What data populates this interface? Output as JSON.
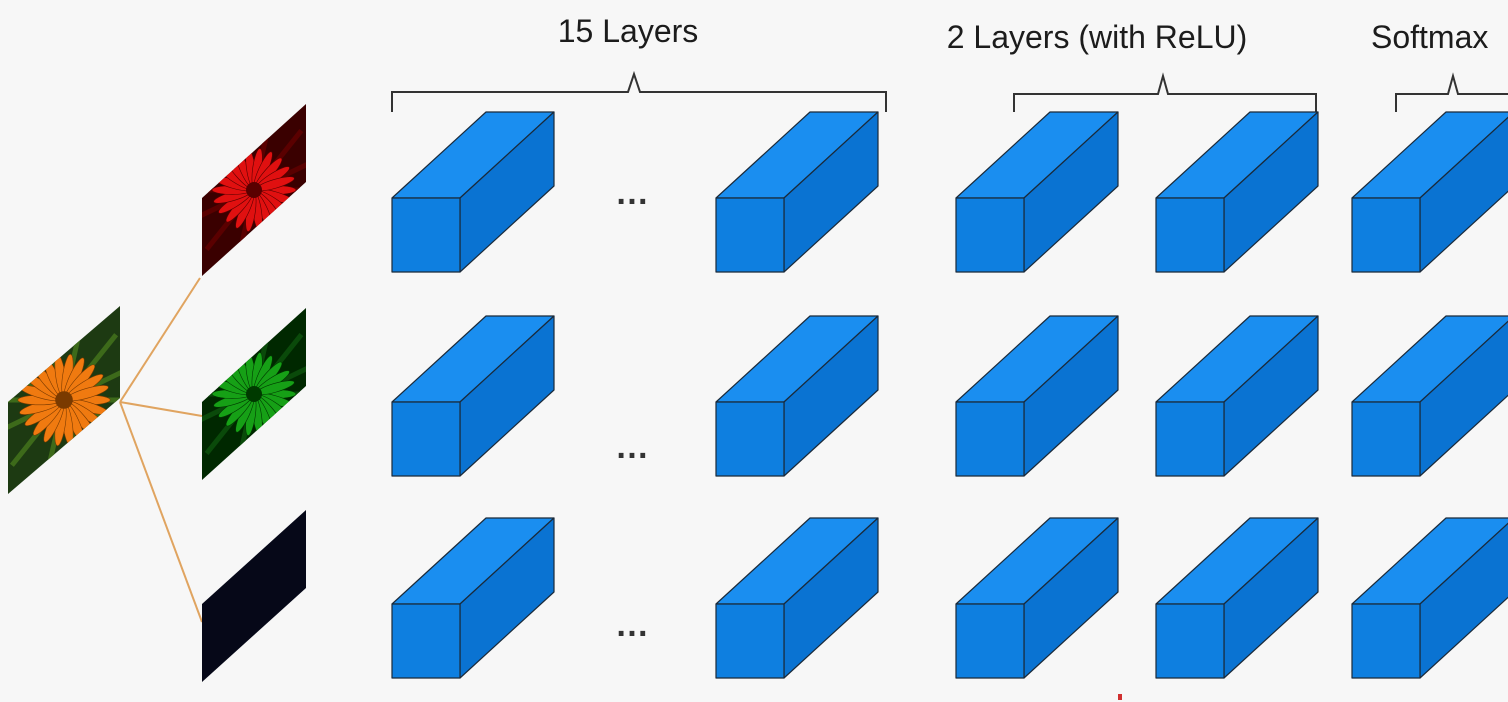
{
  "groups": [
    {
      "label": "15 Layers"
    },
    {
      "label": "2 Layers (with ReLU)"
    },
    {
      "label": "Softmax"
    }
  ],
  "ellipsis": "…",
  "colors": {
    "cube_front": "#0e7fe0",
    "cube_top": "#1a8ef0",
    "cube_side": "#0a73d2",
    "connector": "#e0a460",
    "red_channel_bg": "#3a0000",
    "green_channel_bg": "#002800",
    "blue_channel_bg": "#060818",
    "input_petal": "#f07a10",
    "input_center": "#7a3a00"
  },
  "inputs": {
    "original": "flower-image",
    "channels": [
      "red-channel-image",
      "green-channel-image",
      "blue-channel-image"
    ]
  },
  "rows": 3
}
